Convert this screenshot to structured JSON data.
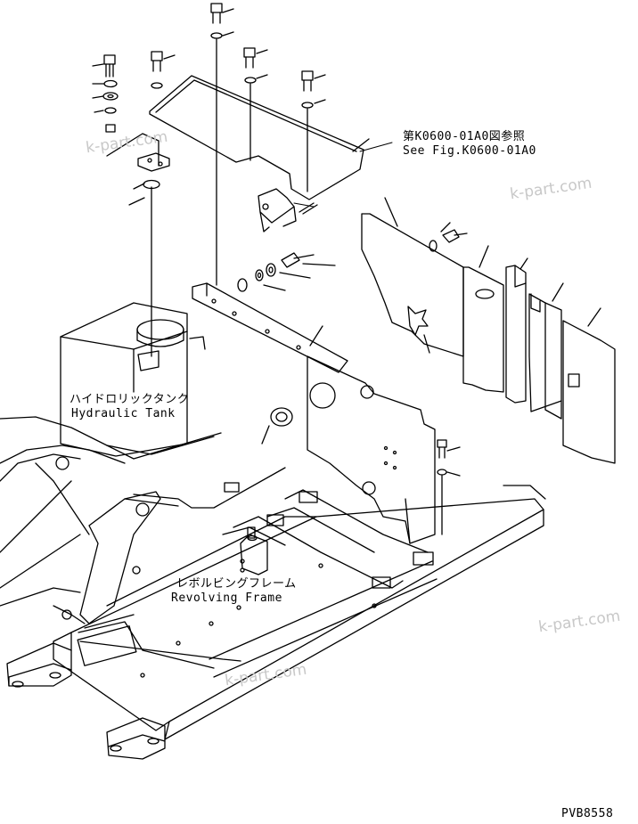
{
  "reference": {
    "jp": "第K0600-01A0図参照",
    "en": "See Fig.K0600-01A0"
  },
  "hydraulic_tank": {
    "jp": "ハイドロリックタンク",
    "en": "Hydraulic Tank"
  },
  "revolving_frame": {
    "jp": "レボルビングフレーム",
    "en": "Revolving Frame"
  },
  "drawing_code": "PVB8558",
  "watermark": "k-part.com",
  "colors": {
    "line": "#000000",
    "background": "#ffffff",
    "watermark": "#c8c8c8"
  }
}
